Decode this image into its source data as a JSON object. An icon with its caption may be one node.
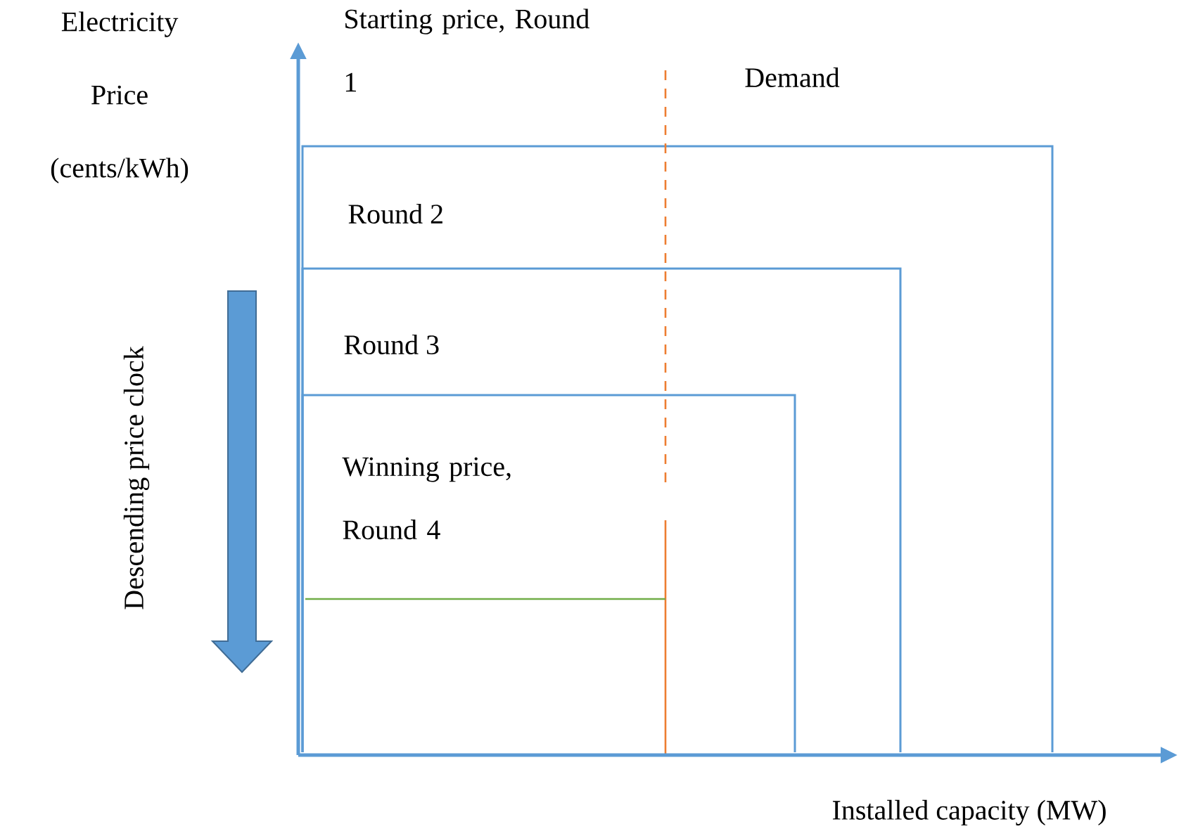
{
  "diagram": {
    "labels": [
      "Electricity Price (cents/kWh)",
      "Starting price, Round 1",
      "Demand",
      "Round 2",
      "Round 3",
      "Winning price, Round 4",
      "Descending price clock",
      "Installed capacity (MW)"
    ]
  }
}
